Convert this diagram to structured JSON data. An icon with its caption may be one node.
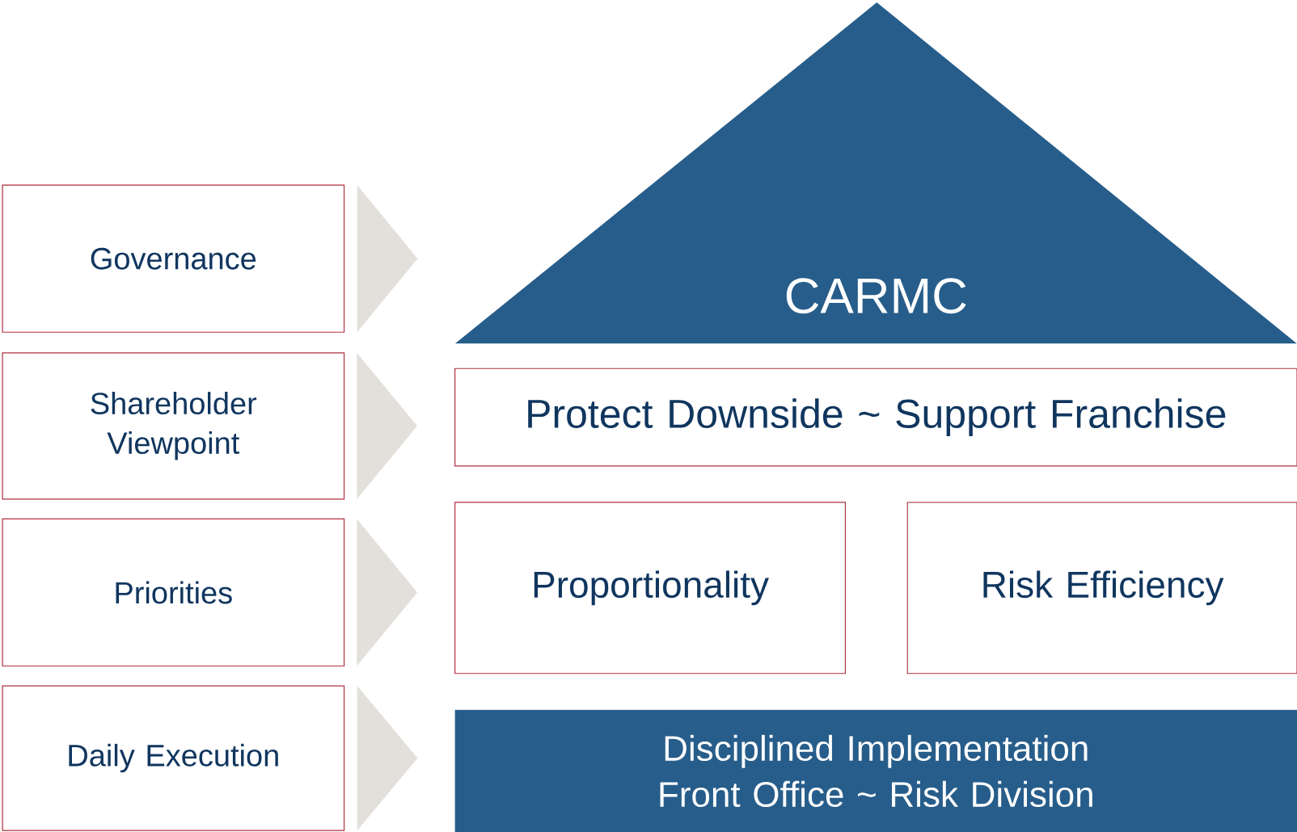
{
  "diagram": {
    "nodes": [
      {
        "text": [
          "Governance"
        ]
      },
      {
        "text": [
          "Shareholder Viewpoint"
        ]
      },
      {
        "text": [
          "Priorities"
        ]
      },
      {
        "text": [
          "Daily Execution"
        ]
      },
      {
        "text": [
          "CARMC"
        ]
      },
      {
        "text": [
          "Protect Downside ~ Support Franchise"
        ]
      },
      {
        "text": [
          "Proportionality"
        ]
      },
      {
        "text": [
          "Risk Efficiency"
        ]
      },
      {
        "text": [
          "Disciplined Implementation",
          "Front Office  ~  Risk Division"
        ]
      }
    ],
    "edges": [
      {
        "from": 0,
        "to": 4,
        "arrow": "to"
      },
      {
        "from": 1,
        "to": 5,
        "arrow": "to"
      },
      {
        "from": 2,
        "to": 6,
        "arrow": "to"
      },
      {
        "from": 3,
        "to": 8,
        "arrow": "to"
      }
    ]
  }
}
